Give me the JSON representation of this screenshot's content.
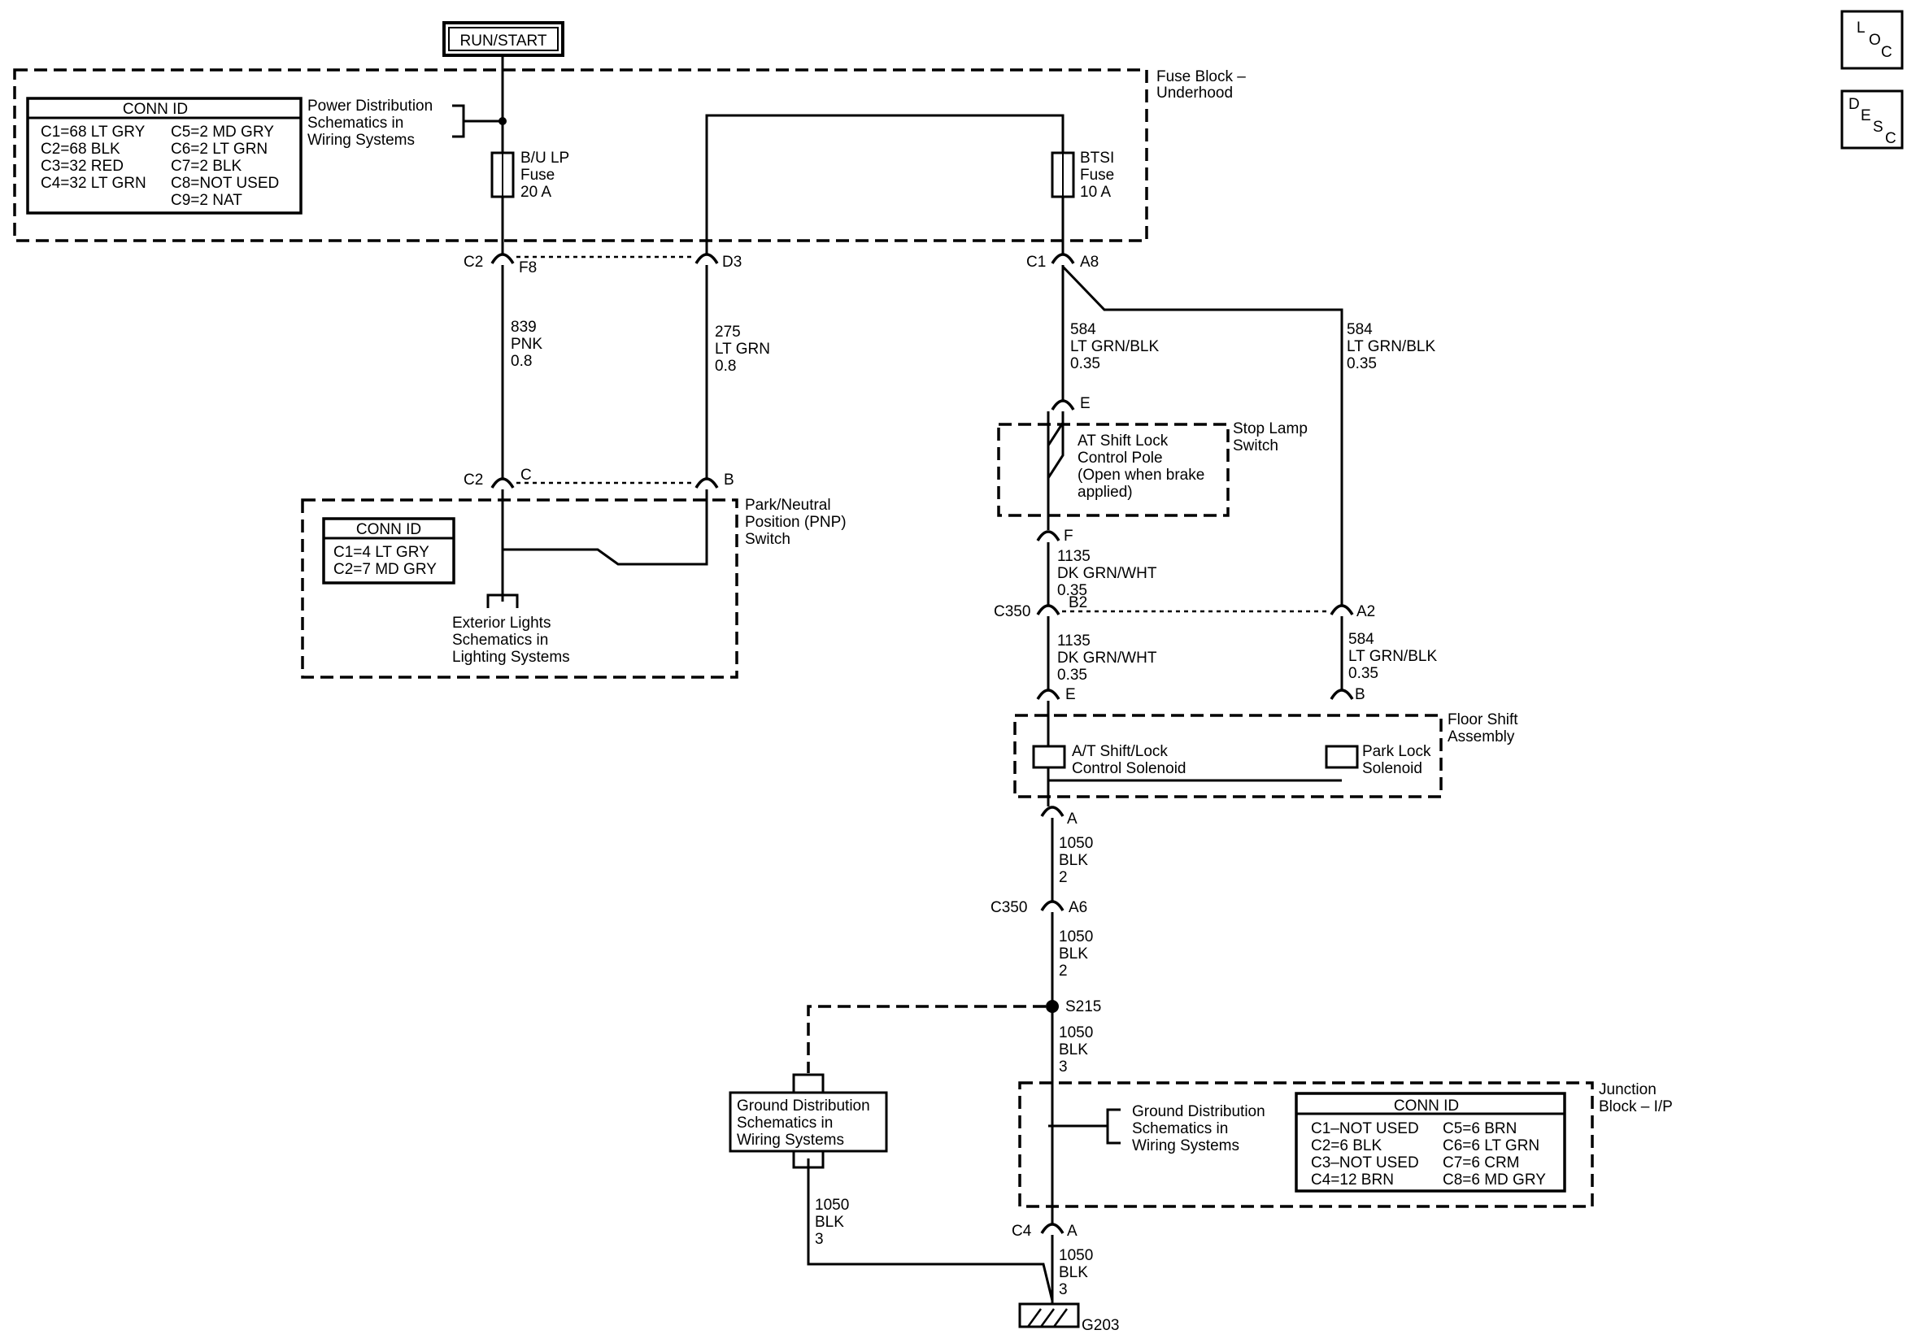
{
  "header": {
    "run_start": "RUN/START"
  },
  "nav": {
    "loc": [
      "L",
      "O",
      "C"
    ],
    "desc": [
      "D",
      "E",
      "S",
      "C"
    ]
  },
  "fuse_block": {
    "title": [
      "Fuse Block –",
      "Underhood"
    ],
    "conn_id": {
      "title": "CONN ID",
      "left": [
        "C1=68 LT GRY",
        "C2=68 BLK",
        "C3=32 RED",
        "C4=32 LT GRN"
      ],
      "right": [
        "C5=2 MD GRY",
        "C6=2 LT GRN",
        "C7=2 BLK",
        "C8=NOT USED",
        "C9=2 NAT"
      ]
    },
    "power_ref": [
      "Power Distribution",
      "Schematics in",
      "Wiring Systems"
    ],
    "fuse_bu": [
      "B/U LP",
      "Fuse",
      "20 A"
    ],
    "fuse_btsi": [
      "BTSI",
      "Fuse",
      "10 A"
    ]
  },
  "connectors": {
    "c2": "C2",
    "f8": "F8",
    "d3": "D3",
    "c1": "C1",
    "a8": "A8",
    "pnp_c2": "C2",
    "pnp_c": "C",
    "pnp_b": "B",
    "sl_e": "E",
    "sl_f": "F",
    "c350": "C350",
    "b2": "B2",
    "a2": "A2",
    "fs_e": "E",
    "fs_b": "B",
    "fs_a": "A",
    "c350_b": "C350",
    "a6": "A6",
    "s215": "S215",
    "c4": "C4",
    "c4_a": "A",
    "g203": "G203"
  },
  "wires": {
    "w839": [
      "839",
      "PNK",
      "0.8"
    ],
    "w275": [
      "275",
      "LT GRN",
      "0.8"
    ],
    "w584_a": [
      "584",
      "LT GRN/BLK",
      "0.35"
    ],
    "w584_b": [
      "584",
      "LT GRN/BLK",
      "0.35"
    ],
    "w1135_a": [
      "1135",
      "DK GRN/WHT",
      "0.35"
    ],
    "w1135_b": [
      "1135",
      "DK GRN/WHT",
      "0.35"
    ],
    "w584_c": [
      "584",
      "LT GRN/BLK",
      "0.35"
    ],
    "w1050_a": [
      "1050",
      "BLK",
      "2"
    ],
    "w1050_b": [
      "1050",
      "BLK",
      "2"
    ],
    "w1050_c": [
      "1050",
      "BLK",
      "3"
    ],
    "w1050_d": [
      "1050",
      "BLK",
      "3"
    ],
    "w1050_e": [
      "1050",
      "BLK",
      "3"
    ]
  },
  "pnp": {
    "title": [
      "Park/Neutral",
      "Position (PNP)",
      "Switch"
    ],
    "conn_id": {
      "title": "CONN ID",
      "rows": [
        "C1=4 LT GRY",
        "C2=7 MD GRY"
      ]
    },
    "ext_ref": [
      "Exterior Lights",
      "Schematics in",
      "Lighting Systems"
    ]
  },
  "stop_lamp": {
    "title": [
      "Stop Lamp",
      "Switch"
    ],
    "pole": [
      "AT Shift Lock",
      "Control Pole",
      "(Open when brake",
      "applied)"
    ]
  },
  "floor_shift": {
    "title": [
      "Floor Shift",
      "Assembly"
    ],
    "at_solenoid": [
      "A/T Shift/Lock",
      "Control Solenoid"
    ],
    "park_solenoid": [
      "Park Lock",
      "Solenoid"
    ]
  },
  "ground_ref_left": [
    "Ground Distribution",
    "Schematics in",
    "Wiring Systems"
  ],
  "junction": {
    "title": [
      "Junction",
      "Block – I/P"
    ],
    "ground_ref": [
      "Ground Distribution",
      "Schematics in",
      "Wiring Systems"
    ],
    "conn_id": {
      "title": "CONN ID",
      "left": [
        "C1–NOT USED",
        "C2=6 BLK",
        "C3–NOT USED",
        "C4=12 BRN"
      ],
      "right": [
        "C5=6 BRN",
        "C6=6 LT GRN",
        "C7=6 CRM",
        "C8=6 MD GRY"
      ]
    }
  }
}
